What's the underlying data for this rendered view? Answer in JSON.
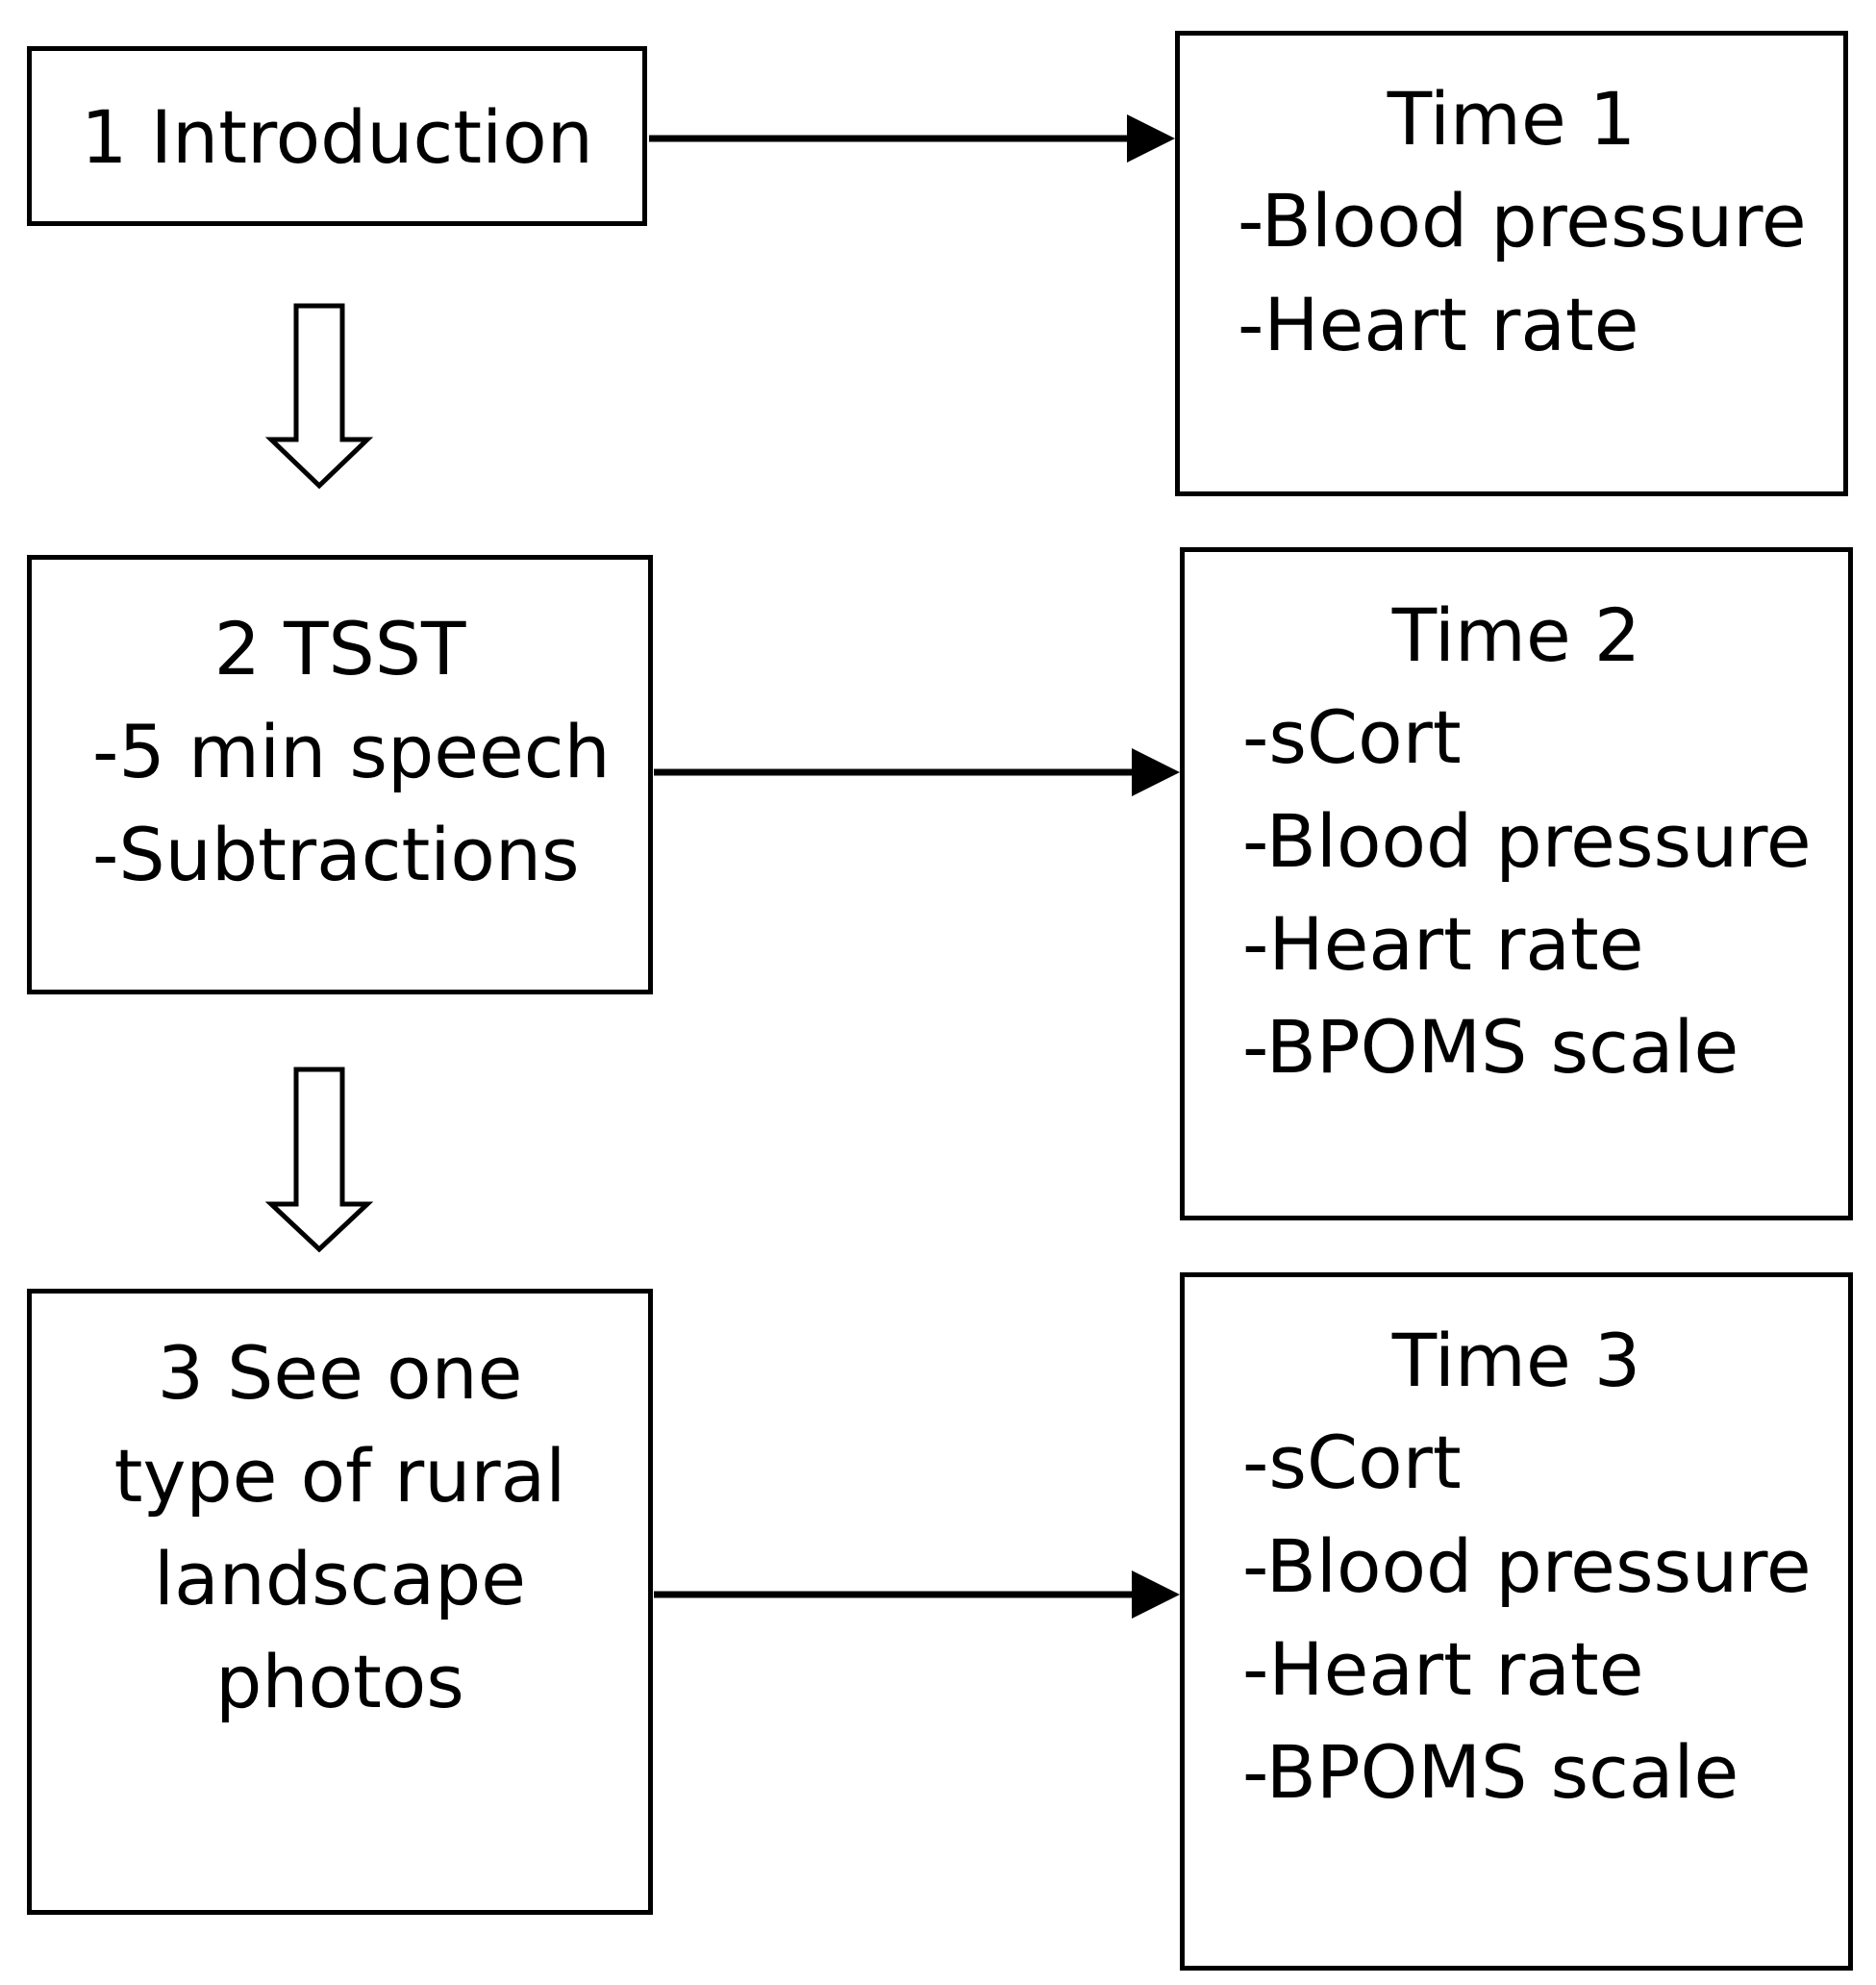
{
  "steps": [
    {
      "lines": [
        "1 Introduction"
      ]
    },
    {
      "lines": [
        "2 TSST",
        "-5 min speech",
        "-Subtractions"
      ]
    },
    {
      "lines": [
        "3 See one",
        "type of rural",
        "landscape",
        "photos"
      ]
    }
  ],
  "timepoints": [
    {
      "title": "Time 1",
      "items": [
        "-Blood pressure",
        "-Heart rate"
      ]
    },
    {
      "title": "Time 2",
      "items": [
        "-sCort",
        "-Blood pressure",
        "-Heart rate",
        "-BPOMS scale"
      ]
    },
    {
      "title": "Time 3",
      "items": [
        "-sCort",
        "-Blood pressure",
        "-Heart rate",
        "-BPOMS scale"
      ]
    }
  ]
}
